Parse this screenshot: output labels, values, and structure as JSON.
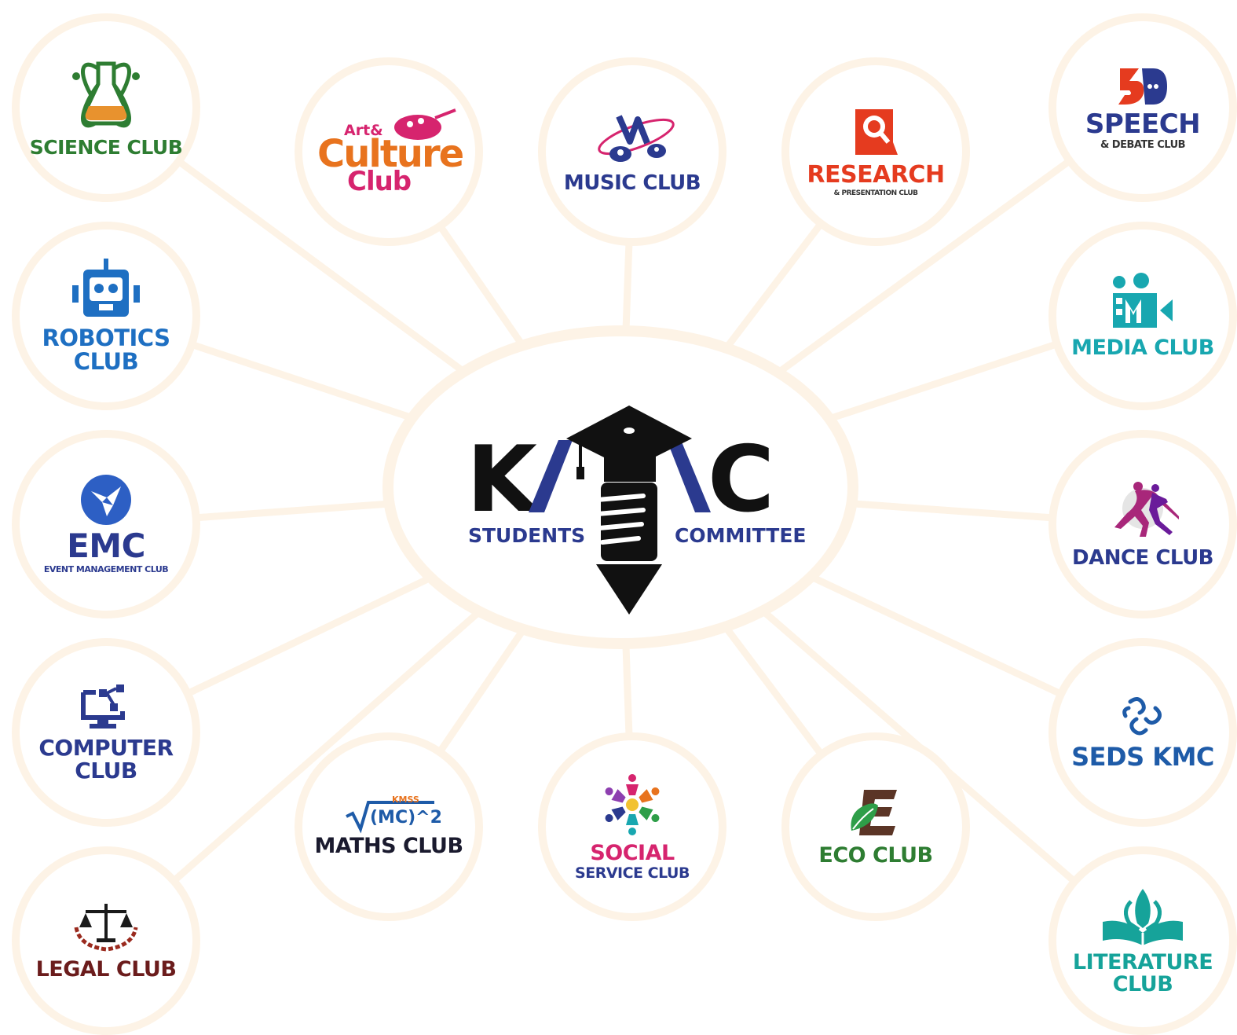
{
  "center": {
    "letter_k": "K",
    "letter_c": "C",
    "students": "STUDENTS",
    "committee": "COMMITTEE",
    "color_text": "#2b3a8f"
  },
  "clubs": {
    "science": {
      "label": "SCIENCE CLUB",
      "color": "#2e7d32"
    },
    "culture": {
      "line1": "Art&",
      "line2": "Culture",
      "line3": "Club"
    },
    "music": {
      "label": "MUSIC CLUB",
      "color": "#2b3a8f"
    },
    "research": {
      "title": "RESEARCH",
      "subtitle": "& PRESENTATION CLUB",
      "color": "#e53b1f"
    },
    "speech": {
      "title": "SPEECH",
      "subtitle": "& DEBATE CLUB",
      "color": "#2b3a8f"
    },
    "robotics": {
      "line1": "ROBOTICS",
      "line2": "CLUB",
      "color": "#1e6fc2"
    },
    "media": {
      "label": "MEDIA CLUB",
      "color": "#18a7b0"
    },
    "emc": {
      "title": "EMC",
      "subtitle": "EVENT MANAGEMENT CLUB",
      "color": "#2b3a8f"
    },
    "dance": {
      "label": "DANCE CLUB",
      "color": "#2b3a8f"
    },
    "computer": {
      "line1": "COMPUTER",
      "line2": "CLUB",
      "color": "#2b3a8f"
    },
    "seds": {
      "label": "SEDS KMC",
      "color": "#1e5ba8"
    },
    "maths": {
      "badge": "KMSS",
      "formula": "(MC)^2",
      "label": "MATHS CLUB",
      "color": "#1a1a2e"
    },
    "social": {
      "line1": "SOCIAL",
      "line2": "SERVICE CLUB",
      "color": "#d6246e"
    },
    "eco": {
      "label": "ECO CLUB",
      "color": "#2e7d32"
    },
    "legal": {
      "label": "LEGAL CLUB",
      "color": "#6b1c1c"
    },
    "literature": {
      "line1": "LITERATURE",
      "line2": "CLUB",
      "color": "#16a39a"
    }
  }
}
